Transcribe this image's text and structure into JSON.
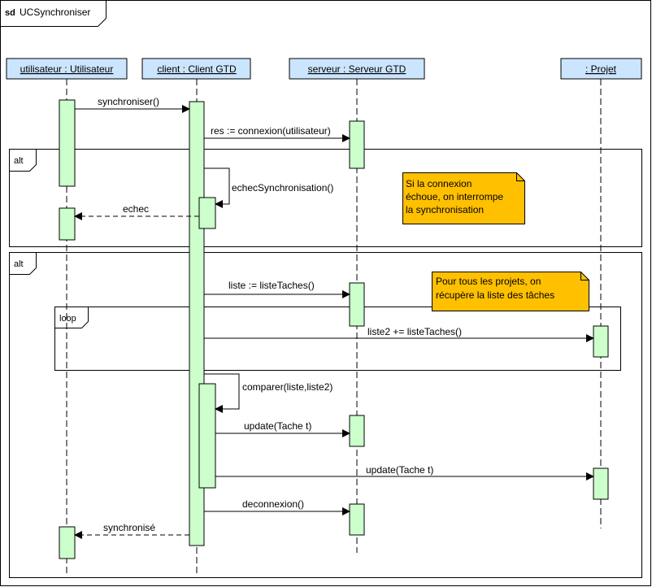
{
  "diagram": {
    "frame_tag": "sd",
    "frame_title": "UCSynchroniser",
    "participants": [
      {
        "id": "utilisateur",
        "label": "utilisateur : Utilisateur"
      },
      {
        "id": "client",
        "label": "client : Client GTD"
      },
      {
        "id": "serveur",
        "label": "serveur  : Serveur GTD "
      },
      {
        "id": "projet",
        "label": " : Projet"
      }
    ],
    "fragments": {
      "alt1": "alt",
      "alt2": "alt",
      "loop": "loop"
    },
    "messages": {
      "synchroniser": "synchroniser()",
      "connexion": "res := connexion(utilisateur)",
      "echecSync": "echecSynchronisation()",
      "echec": "echec",
      "listeTaches": "liste := listeTaches()",
      "liste2": "liste2 += listeTaches()",
      "comparer": "comparer(liste,liste2)",
      "updateServeur": "update(Tache t)",
      "updateProjet": "update(Tache t)",
      "deconnexion": "deconnexion()",
      "synchronise": "synchronisé"
    },
    "notes": {
      "note1": [
        "Si la connexion",
        "échoue, on interrompe",
        "la synchronisation"
      ],
      "note2": [
        "Pour tous les projets, on",
        "récupère la liste des tâches"
      ]
    },
    "colors": {
      "participant_fill": "#cce5ff",
      "activation_fill": "#ccffcc",
      "note_fill": "#ffc000"
    }
  }
}
